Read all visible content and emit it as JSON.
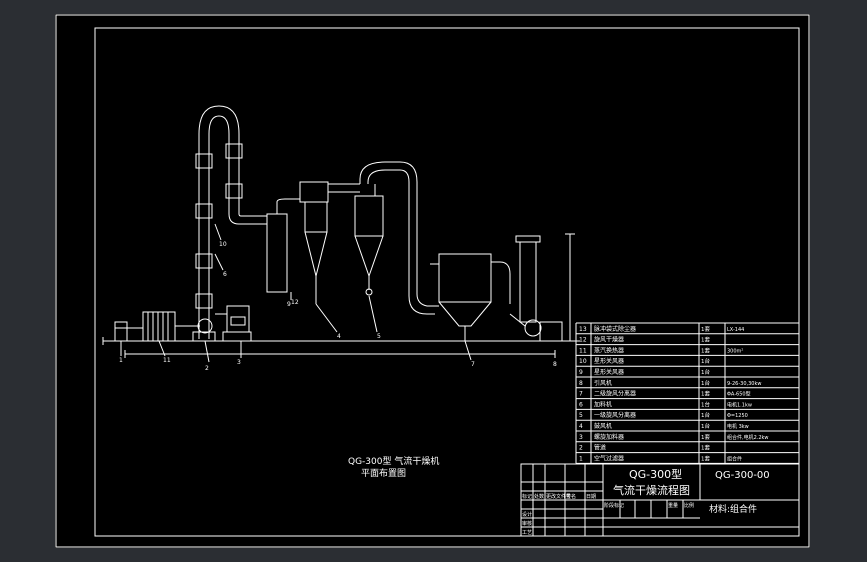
{
  "drawing": {
    "caption_line1": "QG-300型 气流干燥机",
    "caption_line2": "平面布置图"
  },
  "title_block": {
    "name_line1": "QG-300型",
    "name_line2": "气流干燥流程图",
    "drawing_no": "QG-300-00",
    "material": "材料:组合件",
    "sign_labels": [
      "标记",
      "处数",
      "更改文件号",
      "签名",
      "日期"
    ],
    "approval_labels": [
      "设计",
      "审核",
      "工艺"
    ],
    "stage_labels": [
      "阶段标记",
      "重量",
      "比例"
    ]
  },
  "parts": [
    {
      "no": "13",
      "name": "脉冲袋式除尘器",
      "qty": "1套",
      "spec": "LX-144"
    },
    {
      "no": "12",
      "name": "旋风干燥器",
      "qty": "1套",
      "spec": ""
    },
    {
      "no": "11",
      "name": "蒸汽换热器",
      "qty": "1套",
      "spec": "300m²"
    },
    {
      "no": "10",
      "name": "星形关风器",
      "qty": "1台",
      "spec": ""
    },
    {
      "no": "9",
      "name": "星形关风器",
      "qty": "1台",
      "spec": ""
    },
    {
      "no": "8",
      "name": "引风机",
      "qty": "1台",
      "spec": "9-26-30,30kw"
    },
    {
      "no": "7",
      "name": "二级旋风分离器",
      "qty": "1套",
      "spec": "ΦA-650型"
    },
    {
      "no": "6",
      "name": "加料机",
      "qty": "1台",
      "spec": "电机1.1kw"
    },
    {
      "no": "5",
      "name": "一级旋风分离器",
      "qty": "1台",
      "spec": "Φ=1250"
    },
    {
      "no": "4",
      "name": "鼓风机",
      "qty": "1台",
      "spec": "电机 3kw"
    },
    {
      "no": "3",
      "name": "螺旋加料器",
      "qty": "1套",
      "spec": "组合件,电机2.2kw"
    },
    {
      "no": "2",
      "name": "管道",
      "qty": "1套",
      "spec": ""
    },
    {
      "no": "1",
      "name": "空气过滤器",
      "qty": "1套",
      "spec": "组合件"
    }
  ],
  "callouts": [
    "1",
    "2",
    "3",
    "4",
    "5",
    "6",
    "7",
    "8",
    "9",
    "10",
    "11",
    "12"
  ]
}
